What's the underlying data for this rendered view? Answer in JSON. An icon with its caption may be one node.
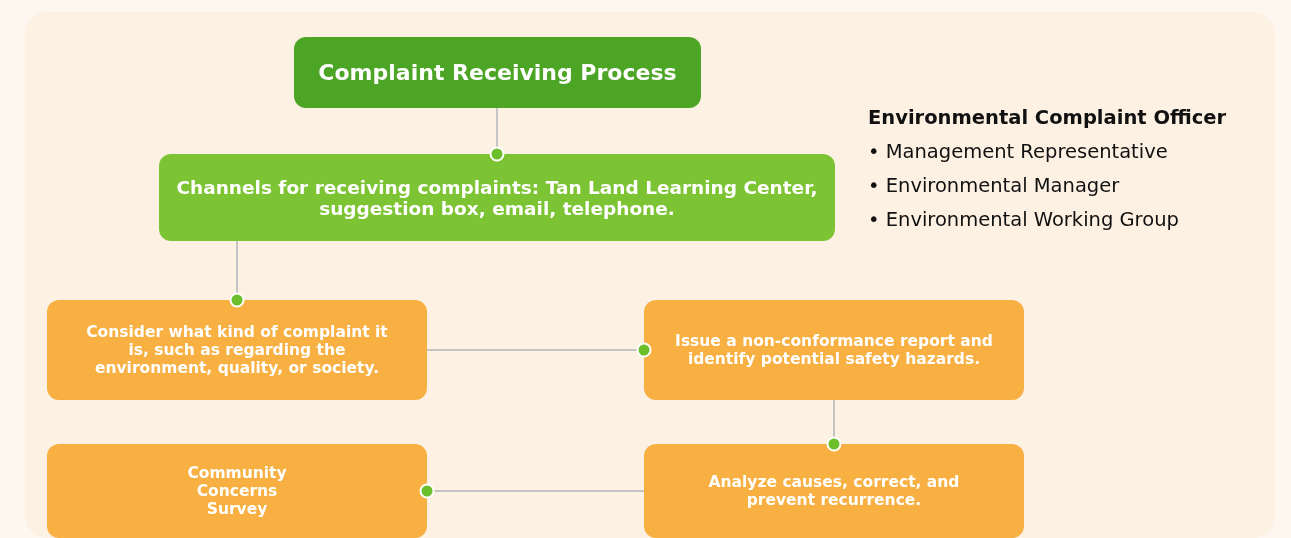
{
  "diagram": {
    "nodes": [
      {
        "text": [
          "Complaint Receiving Process"
        ]
      },
      {
        "text": [
          "Channels for receiving complaints: Tan Land Learning Center, suggestion box, email, telephone."
        ]
      },
      {
        "text": [
          "Consider what kind of complaint it is, such as regarding the environment, quality, or society."
        ]
      },
      {
        "text": [
          "Issue a non-conformance report and identify potential safety hazards."
        ]
      },
      {
        "text": [
          "Community Concerns Survey"
        ]
      },
      {
        "text": [
          "Analyze causes, correct, and prevent recurrence."
        ]
      }
    ],
    "edges": [
      {
        "from": 0,
        "to": 1,
        "arrow": "other"
      },
      {
        "from": 1,
        "to": 2,
        "arrow": "other"
      },
      {
        "from": 2,
        "to": 3,
        "arrow": "other"
      },
      {
        "from": 3,
        "to": 5,
        "arrow": "other"
      },
      {
        "from": 5,
        "to": 4,
        "arrow": "other"
      }
    ],
    "labels": [
      "Environmental Complaint Officer",
      "• Management Representative",
      "• Environmental Manager",
      "• Environmental Working Group"
    ]
  }
}
